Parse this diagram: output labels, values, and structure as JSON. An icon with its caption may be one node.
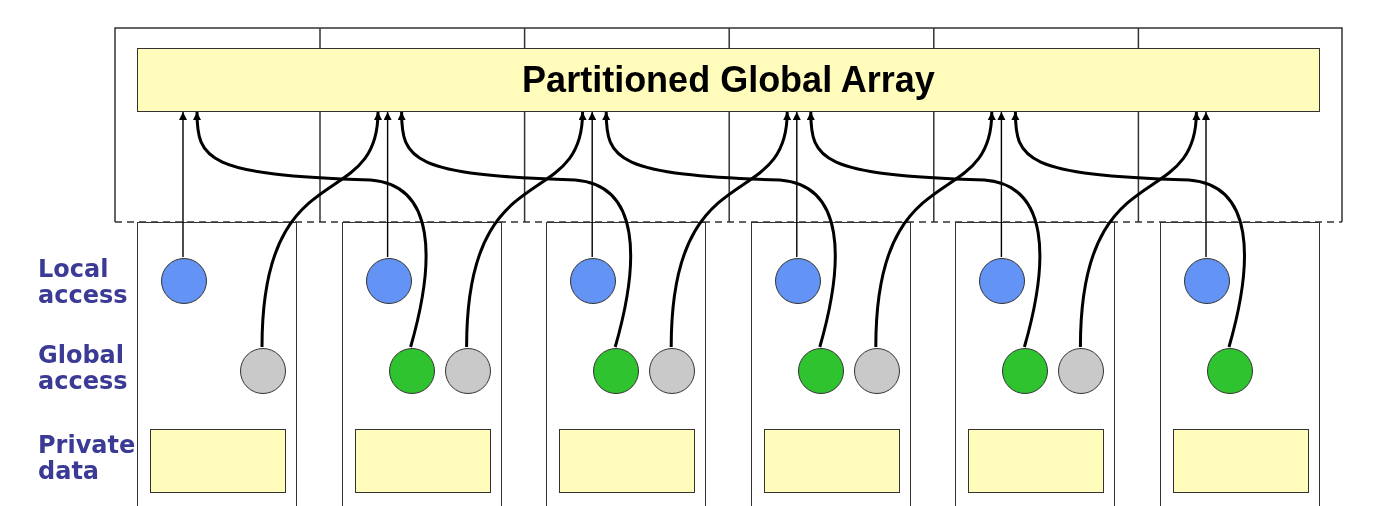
{
  "diagram": {
    "nodes": [
      {
        "text": [
          "Partitioned Global Array"
        ]
      },
      {
        "text": [],
        "shape": "box"
      },
      {
        "text": [],
        "shape": "circle",
        "in": 1
      },
      {
        "text": [],
        "shape": "circle",
        "in": 1
      },
      {
        "text": [],
        "shape": "box",
        "in": 1
      },
      {
        "text": [],
        "shape": "box"
      },
      {
        "text": [],
        "shape": "circle",
        "in": 5
      },
      {
        "text": [],
        "shape": "circle",
        "in": 5
      },
      {
        "text": [],
        "shape": "circle",
        "in": 5
      },
      {
        "text": [],
        "shape": "box",
        "in": 5
      },
      {
        "text": [],
        "shape": "box"
      },
      {
        "text": [],
        "shape": "circle",
        "in": 10
      },
      {
        "text": [],
        "shape": "circle",
        "in": 10
      },
      {
        "text": [],
        "shape": "circle",
        "in": 10
      },
      {
        "text": [],
        "shape": "box",
        "in": 10
      },
      {
        "text": [],
        "shape": "box"
      },
      {
        "text": [],
        "shape": "circle",
        "in": 15
      },
      {
        "text": [],
        "shape": "circle",
        "in": 15
      },
      {
        "text": [],
        "shape": "circle",
        "in": 15
      },
      {
        "text": [],
        "shape": "box",
        "in": 15
      },
      {
        "text": [],
        "shape": "box"
      },
      {
        "text": [],
        "shape": "circle",
        "in": 20
      },
      {
        "text": [],
        "shape": "circle",
        "in": 20
      },
      {
        "text": [],
        "shape": "circle",
        "in": 20
      },
      {
        "text": [],
        "shape": "box",
        "in": 20
      },
      {
        "text": [],
        "shape": "box"
      },
      {
        "text": [],
        "shape": "circle",
        "in": 25
      },
      {
        "text": [],
        "shape": "circle",
        "in": 25
      },
      {
        "text": [],
        "shape": "box",
        "in": 25
      }
    ],
    "edges": [
      {
        "from": 2,
        "to": 0,
        "arrow": "to"
      },
      {
        "from": 3,
        "to": 0,
        "arrow": "to"
      },
      {
        "from": 6,
        "to": 0,
        "arrow": "to"
      },
      {
        "from": 7,
        "to": 0,
        "arrow": "to"
      },
      {
        "from": 8,
        "to": 0,
        "arrow": "to"
      },
      {
        "from": 11,
        "to": 0,
        "arrow": "to"
      },
      {
        "from": 12,
        "to": 0,
        "arrow": "to"
      },
      {
        "from": 13,
        "to": 0,
        "arrow": "to"
      },
      {
        "from": 16,
        "to": 0,
        "arrow": "to"
      },
      {
        "from": 17,
        "to": 0,
        "arrow": "to"
      },
      {
        "from": 18,
        "to": 0,
        "arrow": "to"
      },
      {
        "from": 21,
        "to": 0,
        "arrow": "to"
      },
      {
        "from": 22,
        "to": 0,
        "arrow": "to"
      },
      {
        "from": 23,
        "to": 0,
        "arrow": "to"
      },
      {
        "from": 26,
        "to": 0,
        "arrow": "to"
      },
      {
        "from": 27,
        "to": 0,
        "arrow": "to"
      }
    ],
    "labels": [
      "Local access",
      "Global access",
      "Private data"
    ]
  }
}
